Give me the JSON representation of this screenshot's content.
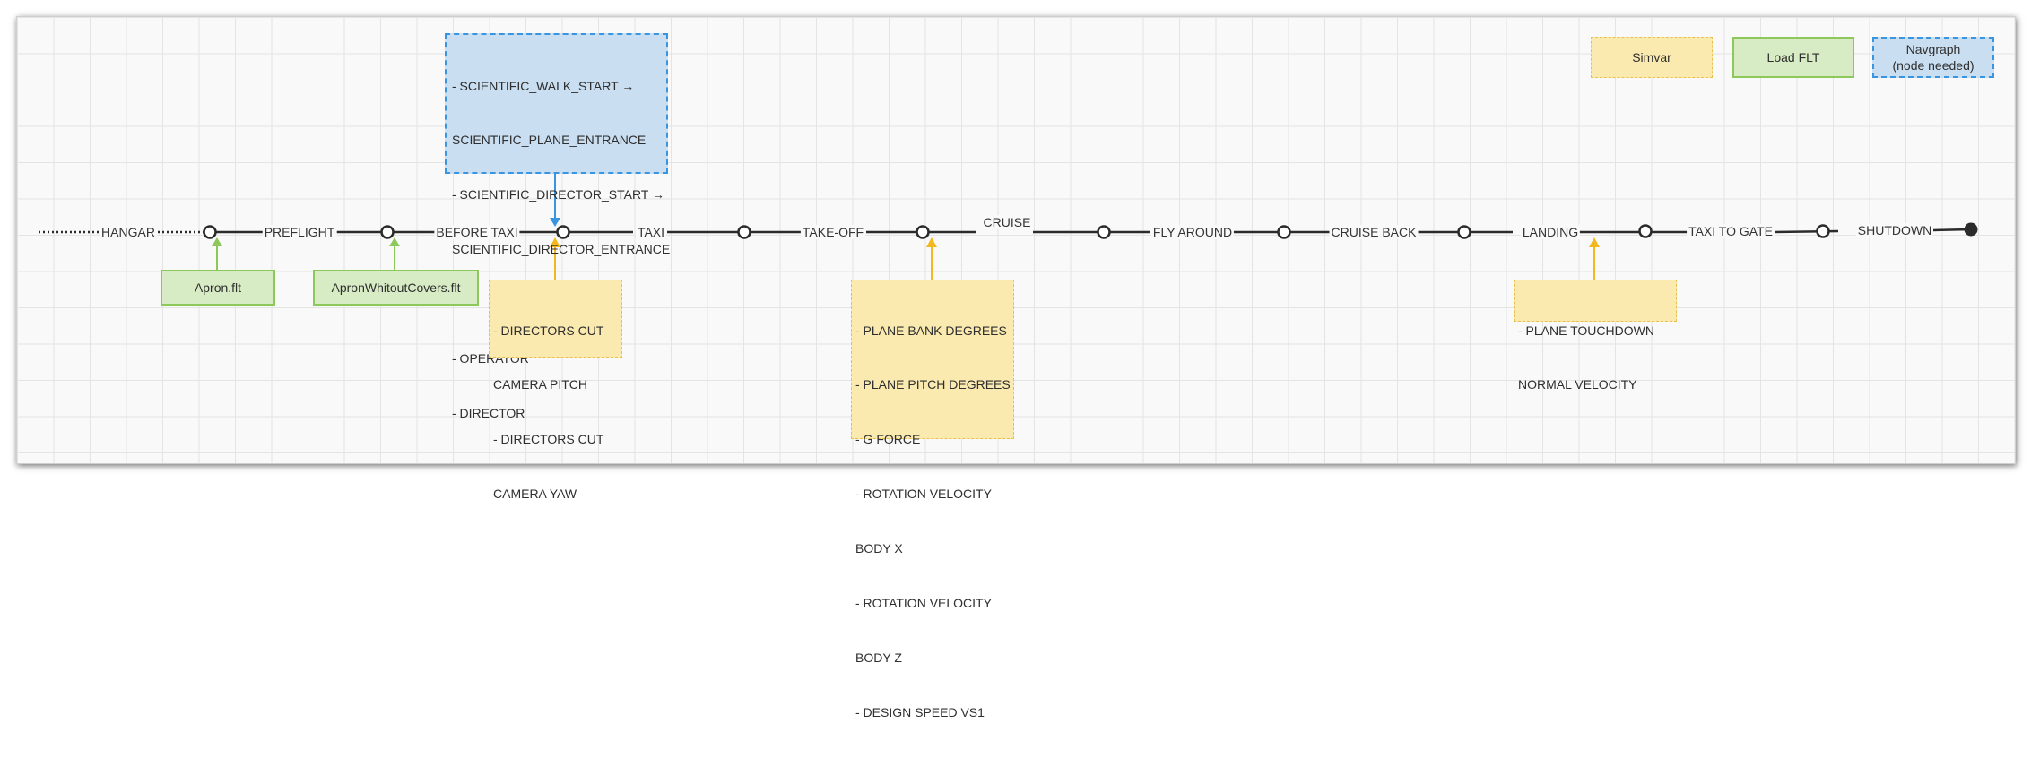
{
  "timeline": {
    "stages": [
      "HANGAR",
      "PREFLIGHT",
      "BEFORE TAXI",
      "TAXI",
      "TAKE-OFF",
      "CRUISE",
      "FLY AROUND",
      "CRUISE BACK",
      "LANDING",
      "TAXI TO GATE",
      "SHUTDOWN"
    ]
  },
  "flt_files": {
    "apron": "Apron.flt",
    "apron_covers": "ApronWhitoutCovers.flt"
  },
  "navgraph_note": {
    "lines": [
      "- SCIENTIFIC_WALK_START →",
      "SCIENTIFIC_PLANE_ENTRANCE",
      "- SCIENTIFIC_DIRECTOR_START →",
      "SCIENTIFIC_DIRECTOR_ENTRANCE",
      "",
      "- OPERATOR",
      "- DIRECTOR"
    ]
  },
  "simvar_notes": {
    "before_taxi": [
      "- DIRECTORS CUT",
      "CAMERA PITCH",
      "- DIRECTORS CUT",
      "CAMERA YAW"
    ],
    "takeoff": [
      "- PLANE BANK DEGREES",
      "- PLANE PITCH DEGREES",
      "- G FORCE",
      "- ROTATION VELOCITY",
      "BODY X",
      "- ROTATION VELOCITY",
      "BODY Z",
      "- DESIGN SPEED VS1"
    ],
    "landing": [
      "- PLANE TOUCHDOWN",
      "NORMAL VELOCITY"
    ]
  },
  "legend": {
    "simvar": "Simvar",
    "load_flt": "Load FLT",
    "navgraph_line1": "Navgraph",
    "navgraph_line2": "(node needed)"
  },
  "colors": {
    "line": "#2b2b2b",
    "simvar_fill": "#fbeab0",
    "simvar_border": "#e9c04c",
    "simvar_arrow": "#f2b81d",
    "flt_fill": "#d7ecc4",
    "flt_border": "#8cc85a",
    "navgraph_fill": "#c9def1",
    "navgraph_border": "#3a95e0"
  }
}
